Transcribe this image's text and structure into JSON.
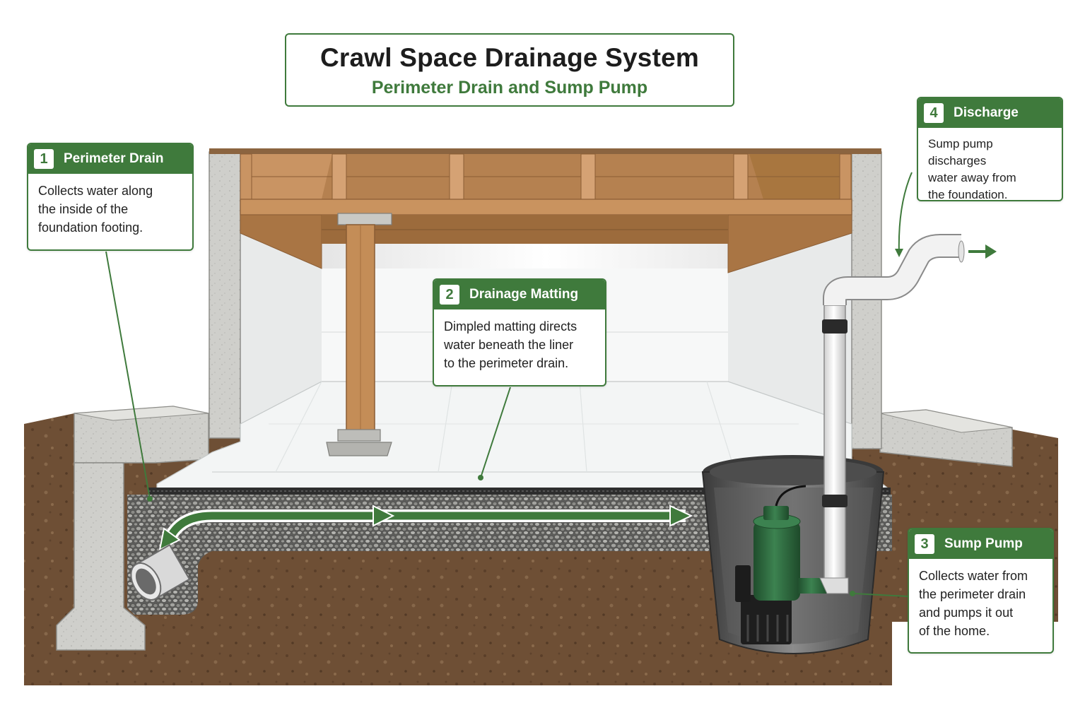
{
  "title": "Crawl Space Drainage System",
  "subtitle": "Perimeter Drain and Sump Pump",
  "callouts": [
    {
      "number": "1",
      "heading": "Perimeter Drain",
      "text": "Collects water along\nthe inside of the\nfoundation footing."
    },
    {
      "number": "2",
      "heading": "Drainage Matting",
      "text": "Dimpled matting directs\nwater beneath the liner\nto the perimeter drain."
    },
    {
      "number": "3",
      "heading": "Sump Pump",
      "text": "Collects water from\nthe perimeter drain\nand pumps it out\nof the home."
    },
    {
      "number": "4",
      "heading": "Discharge",
      "text": "Sump pump discharges\nwater away from\nthe foundation."
    }
  ],
  "colors": {
    "accent_green": "#3f7a3c",
    "soil": "#6e4f35",
    "gravel": "#8a8a86",
    "concrete": "#c9c9c5",
    "wood": "#b8834f",
    "liner": "#eef0f0",
    "pump": "#2f6b3f",
    "pipe": "#f2f2f2"
  },
  "icons": [
    "perimeter-drain-pipe-icon",
    "sump-pump-icon",
    "flow-arrow-icon",
    "discharge-arrow-icon"
  ]
}
